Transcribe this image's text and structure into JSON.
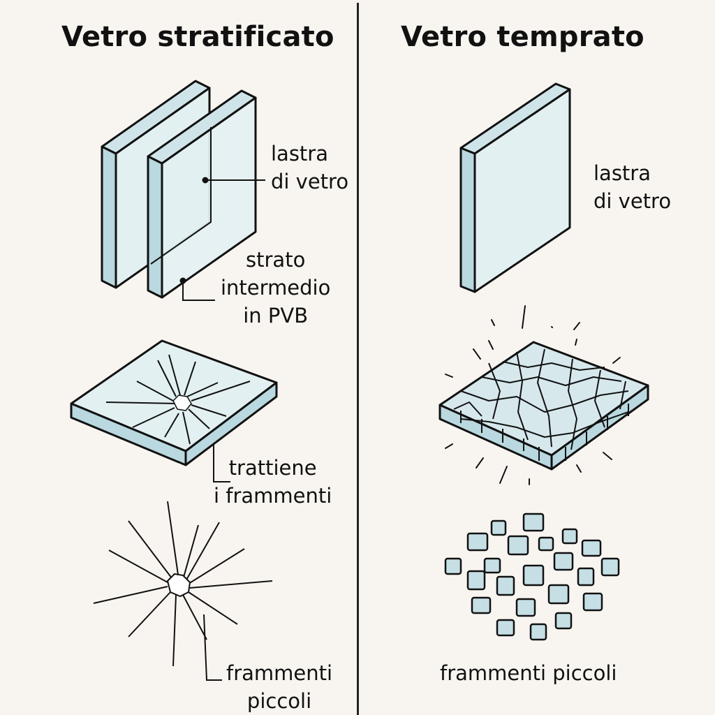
{
  "colors": {
    "background": "#f8f5f0",
    "glass_face": "#e3f0f2",
    "glass_edge": "#b9d8df",
    "glass_inner": "#cfe4e8",
    "outline": "#111111"
  },
  "left": {
    "title": "Vetro stratificato",
    "labels": {
      "glass_sheet": "lastra\ndi vetro",
      "interlayer": "strato\nintermedio\nin PVB",
      "retains": "trattiene\ni frammenti",
      "fragments": "frammenti\npiccoli"
    },
    "illustrations": [
      "two-glass-panes-icon",
      "cracked-slab-icon",
      "radial-crack-icon"
    ]
  },
  "right": {
    "title": "Vetro temprato",
    "labels": {
      "glass_sheet": "lastra\ndi vetro",
      "fragments": "frammenti piccoli"
    },
    "illustrations": [
      "single-glass-pane-icon",
      "shattered-slab-icon",
      "cube-fragments-icon"
    ]
  }
}
